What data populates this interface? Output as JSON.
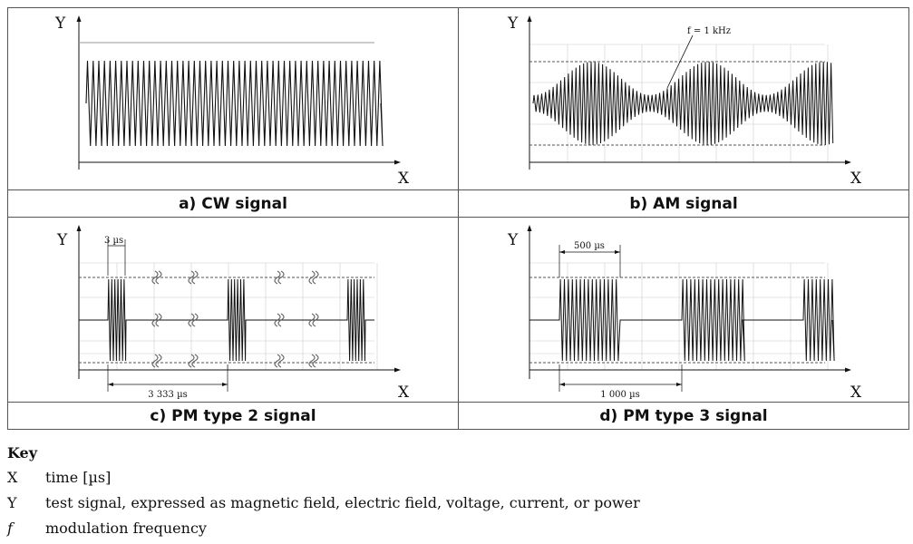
{
  "panels": [
    {
      "id": "a",
      "caption": "a) CW signal",
      "y_label": "Y",
      "x_label": "X"
    },
    {
      "id": "b",
      "caption": "b) AM signal",
      "y_label": "Y",
      "x_label": "X",
      "annotation": "f = 1 kHz"
    },
    {
      "id": "c",
      "caption": "c) PM type 2 signal",
      "y_label": "Y",
      "x_label": "X",
      "dim_pulse": "3 µs",
      "dim_period": "3 333 µs"
    },
    {
      "id": "d",
      "caption": "d) PM type 3 signal",
      "y_label": "Y",
      "x_label": "X",
      "dim_pulse": "500 µs",
      "dim_period": "1 000 µs"
    }
  ],
  "key": {
    "title": "Key",
    "items": [
      {
        "symbol": "X",
        "description": "time [µs]"
      },
      {
        "symbol": "Y",
        "description": "test signal, expressed as magnetic field, electric field, voltage, current, or power"
      },
      {
        "symbol": "f",
        "description": "modulation frequency"
      }
    ]
  },
  "colors": {
    "line": "#111111",
    "dashed": "#555555",
    "grid": "#bbbbbb",
    "border": "#555555"
  }
}
